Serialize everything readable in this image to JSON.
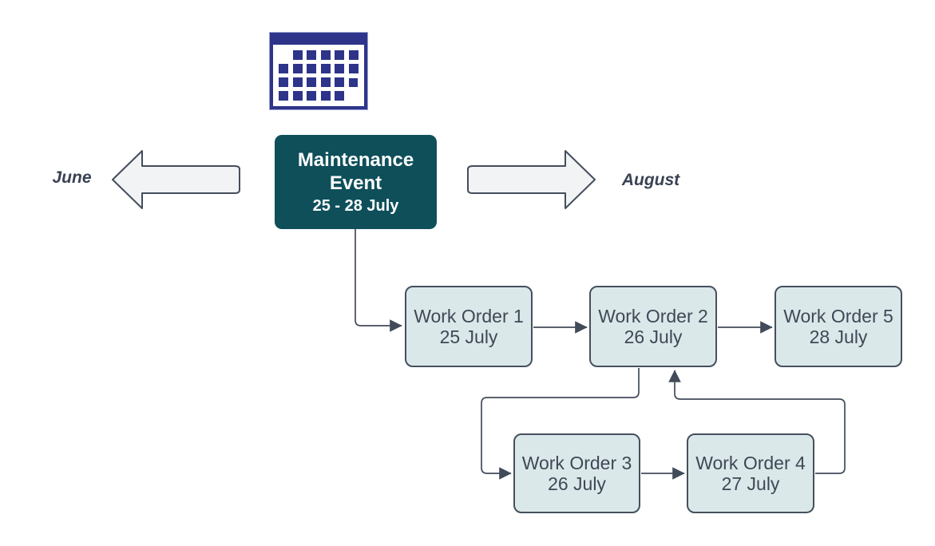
{
  "diagram": {
    "event": {
      "title_line1": "Maintenance",
      "title_line2": "Event",
      "date_range": "25 - 28 July"
    },
    "timeline": {
      "left_label": "June",
      "right_label": "August"
    },
    "work_orders": [
      {
        "id": "wo1",
        "title": "Work Order 1",
        "date": "25 July"
      },
      {
        "id": "wo2",
        "title": "Work Order 2",
        "date": "26 July"
      },
      {
        "id": "wo3",
        "title": "Work Order 3",
        "date": "26 July"
      },
      {
        "id": "wo4",
        "title": "Work Order 4",
        "date": "27 July"
      },
      {
        "id": "wo5",
        "title": "Work Order 5",
        "date": "28 July"
      }
    ],
    "edges": [
      {
        "from": "maintenance-event",
        "to": "wo1"
      },
      {
        "from": "wo1",
        "to": "wo2"
      },
      {
        "from": "wo2",
        "to": "wo5"
      },
      {
        "from": "wo2",
        "to": "wo3"
      },
      {
        "from": "wo3",
        "to": "wo4"
      },
      {
        "from": "wo4",
        "to": "wo2"
      }
    ],
    "icons": {
      "calendar": "calendar-icon"
    },
    "colors": {
      "event_fill": "#0e4f5a",
      "event_text": "#ffffff",
      "work_order_fill": "#dbe8ea",
      "work_order_border": "#46505e",
      "work_order_text": "#3f4855",
      "calendar_navy": "#2d3489",
      "block_arrow_fill": "#f2f3f5",
      "block_arrow_border": "#444d5c",
      "connector": "#424b59",
      "month_label_text": "#3a4254",
      "background": "#ffffff"
    }
  }
}
